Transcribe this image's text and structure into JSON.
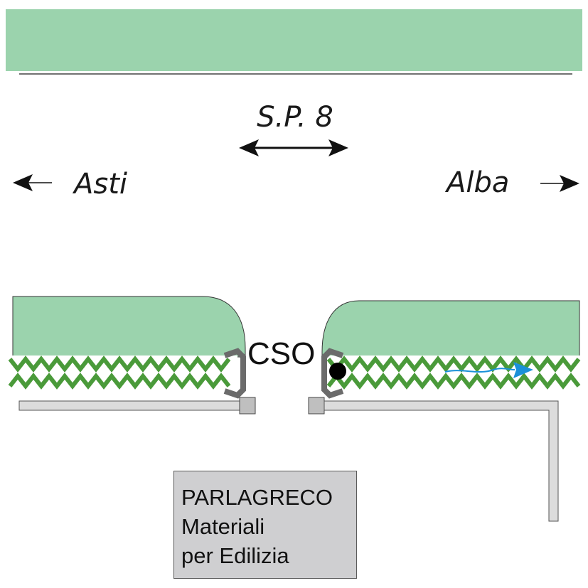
{
  "road": {
    "name": "S.P. 8",
    "direction_left": "Asti",
    "direction_right": "Alba"
  },
  "outfall": {
    "label": "CSO"
  },
  "company": {
    "line1": "PARLAGRECO",
    "line2": "Materiali",
    "line3": "per Edilizia"
  },
  "colors": {
    "field_green": "#9bd3ad",
    "grass_green": "#4a9a3a",
    "pipe_gray": "#dcdcdc",
    "box_gray": "#cfcfd1",
    "flow_blue": "#1a90d8"
  },
  "icons": {
    "road_arrow": "double-arrow-icon",
    "left_arrow": "arrow-left-icon",
    "right_arrow": "arrow-right-icon",
    "flow_arrow": "flow-arrow-icon"
  }
}
